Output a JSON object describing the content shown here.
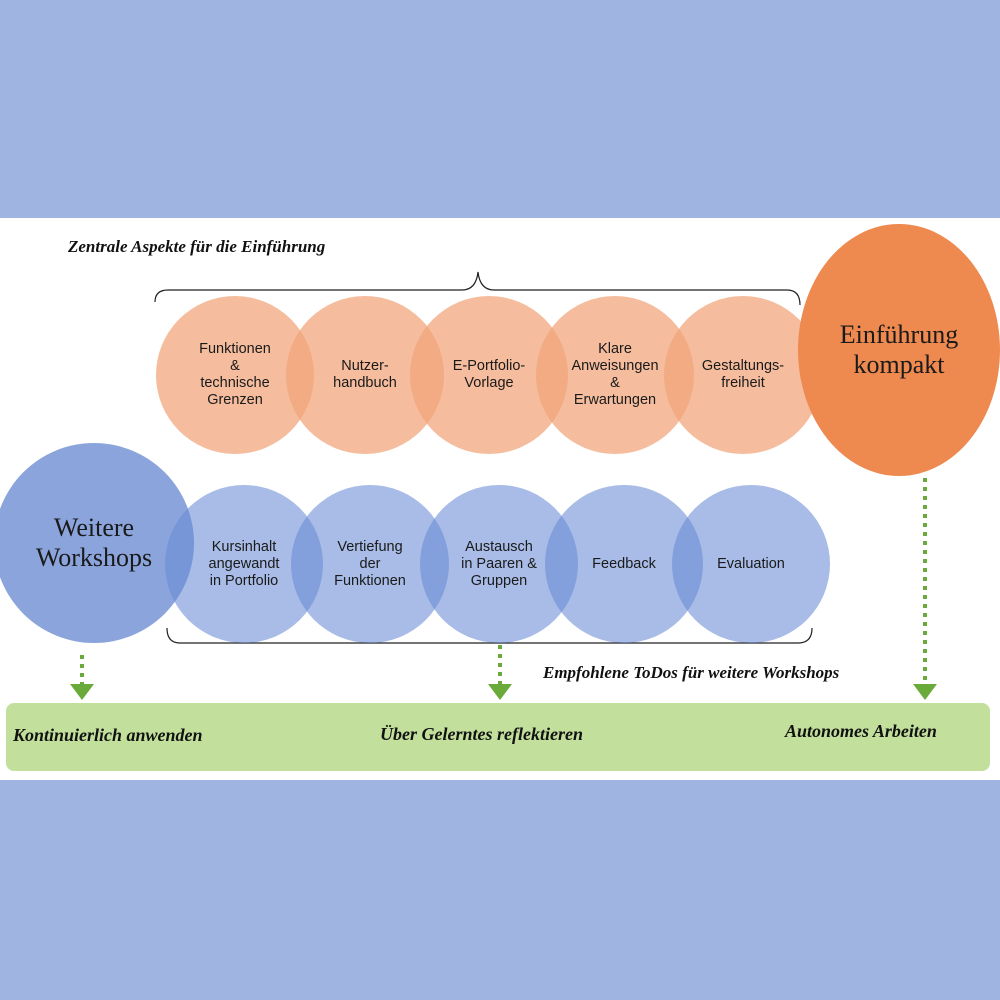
{
  "headings": {
    "top": "Zentrale Aspekte für die Einführung",
    "bottom": "Empfohlene ToDos für weitere Workshops"
  },
  "main_nodes": {
    "intro": "Einführung\nkompakt",
    "workshops": "Weitere\nWorkshops"
  },
  "intro_aspects": [
    "Funktionen\n&\ntechnische\nGrenzen",
    "Nutzer-\nhandbuch",
    "E-Portfolio-\nVorlage",
    "Klare\nAnweisungen\n&\nErwartungen",
    "Gestaltungs-\nfreiheit"
  ],
  "workshop_todos": [
    "Kursinhalt\nangewandt\nin Portfolio",
    "Vertiefung\nder\nFunktionen",
    "Austausch\nin Paaren &\nGruppen",
    "Feedback",
    "Evaluation"
  ],
  "outcomes": [
    "Kontinuierlich anwenden",
    "Über Gelerntes reflektieren",
    "Autonomes Arbeiten"
  ],
  "colors": {
    "background": "#9fb4e0",
    "orange_light": "#f1a479",
    "orange_main": "#ee8a4f",
    "blue": "#8ba4dc",
    "green_bar": "#c2e09c",
    "arrow": "#6aaa3a"
  }
}
